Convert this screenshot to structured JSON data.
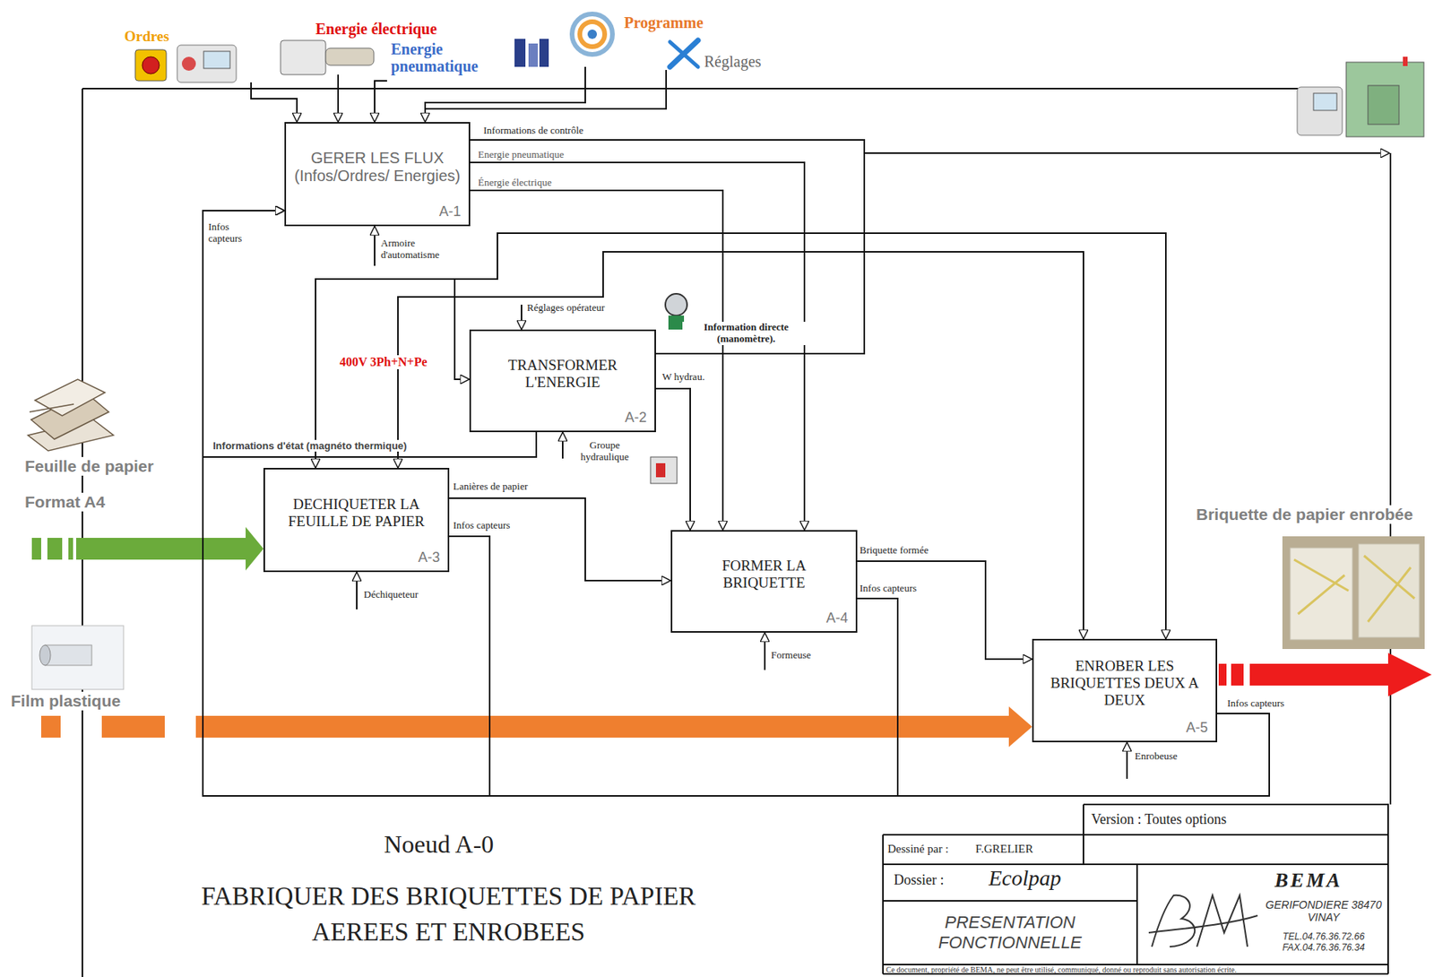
{
  "diagram": {
    "title": "FABRIQUER DES BRIQUETTES DE PAPIER AEREES ET ENROBEES",
    "nodes": [
      {
        "text": [
          "GERER LES FLUX (Infos/Ordres/ Energies)",
          "A-1"
        ]
      },
      {
        "text": [
          "TRANSFORMER L'ENERGIE",
          "A-2"
        ]
      },
      {
        "text": [
          "DECHIQUETER LA FEUILLE DE PAPIER",
          "A-3"
        ]
      },
      {
        "text": [
          "FORMER LA BRIQUETTE",
          "A-4"
        ]
      },
      {
        "text": [
          "ENROBER LES BRIQUETTES DEUX A DEUX",
          "A-5"
        ]
      }
    ],
    "edges": [
      {
        "from": 0,
        "to": 3,
        "arrow": "to",
        "label": "Energie pneumatique"
      },
      {
        "from": 0,
        "to": 3,
        "arrow": "to",
        "label": "Énergie électrique"
      },
      {
        "from": 0,
        "to": 2,
        "arrow": "to"
      },
      {
        "from": 0,
        "to": 2,
        "arrow": "to"
      },
      {
        "from": 0,
        "to": 4,
        "arrow": "to"
      },
      {
        "from": 0,
        "to": 4,
        "arrow": "to"
      },
      {
        "from": 0,
        "to": 1,
        "arrow": "to",
        "label": "400V 3Ph+N+Pe"
      },
      {
        "from": 1,
        "to": 3,
        "arrow": "to",
        "label": "W hydrau."
      },
      {
        "from": 1,
        "to": 0,
        "arrow": "to",
        "label": "Informations d'état (magnéto thermique)"
      },
      {
        "from": 2,
        "to": 3,
        "arrow": "to",
        "label": "Lanières de papier"
      },
      {
        "from": 2,
        "to": 0,
        "arrow": "to",
        "label": "Infos capteurs"
      },
      {
        "from": 3,
        "to": 4,
        "arrow": "to",
        "label": "Briquette formée"
      },
      {
        "from": 3,
        "to": 0,
        "arrow": "to",
        "label": "Infos capteurs"
      },
      {
        "from": 4,
        "to": 0,
        "arrow": "to",
        "label": "Infos capteurs"
      }
    ],
    "labels": [
      "Ordres",
      "Energie électrique",
      "Energie pneumatique",
      "Programme",
      "Réglages",
      "Informations de contrôle",
      "Infos capteurs",
      "Armoire d'automatisme",
      "Réglages opérateur",
      "Information directe (manomètre).",
      "Groupe hydraulique",
      "Déchiqueteur",
      "Formeuse",
      "Enrobeuse",
      "Feuille de papier",
      "Format A4",
      "Film plastique",
      "Briquette de papier enrobée",
      "Noeud A-0",
      "Version : Toutes options",
      "Dessiné par :",
      "F.GRELIER",
      "Dossier :",
      "Ecolpap",
      "PRESENTATION FONCTIONNELLE",
      "BEMA",
      "GERIFONDIERE 38470 VINAY",
      "TEL.04.76.36.72.66 FAX.04.76.36.76.34",
      "Ce document, propriété de BEMA, ne peut être utilisé, communiqué, donné ou reproduit sans autorisation écrite."
    ]
  }
}
